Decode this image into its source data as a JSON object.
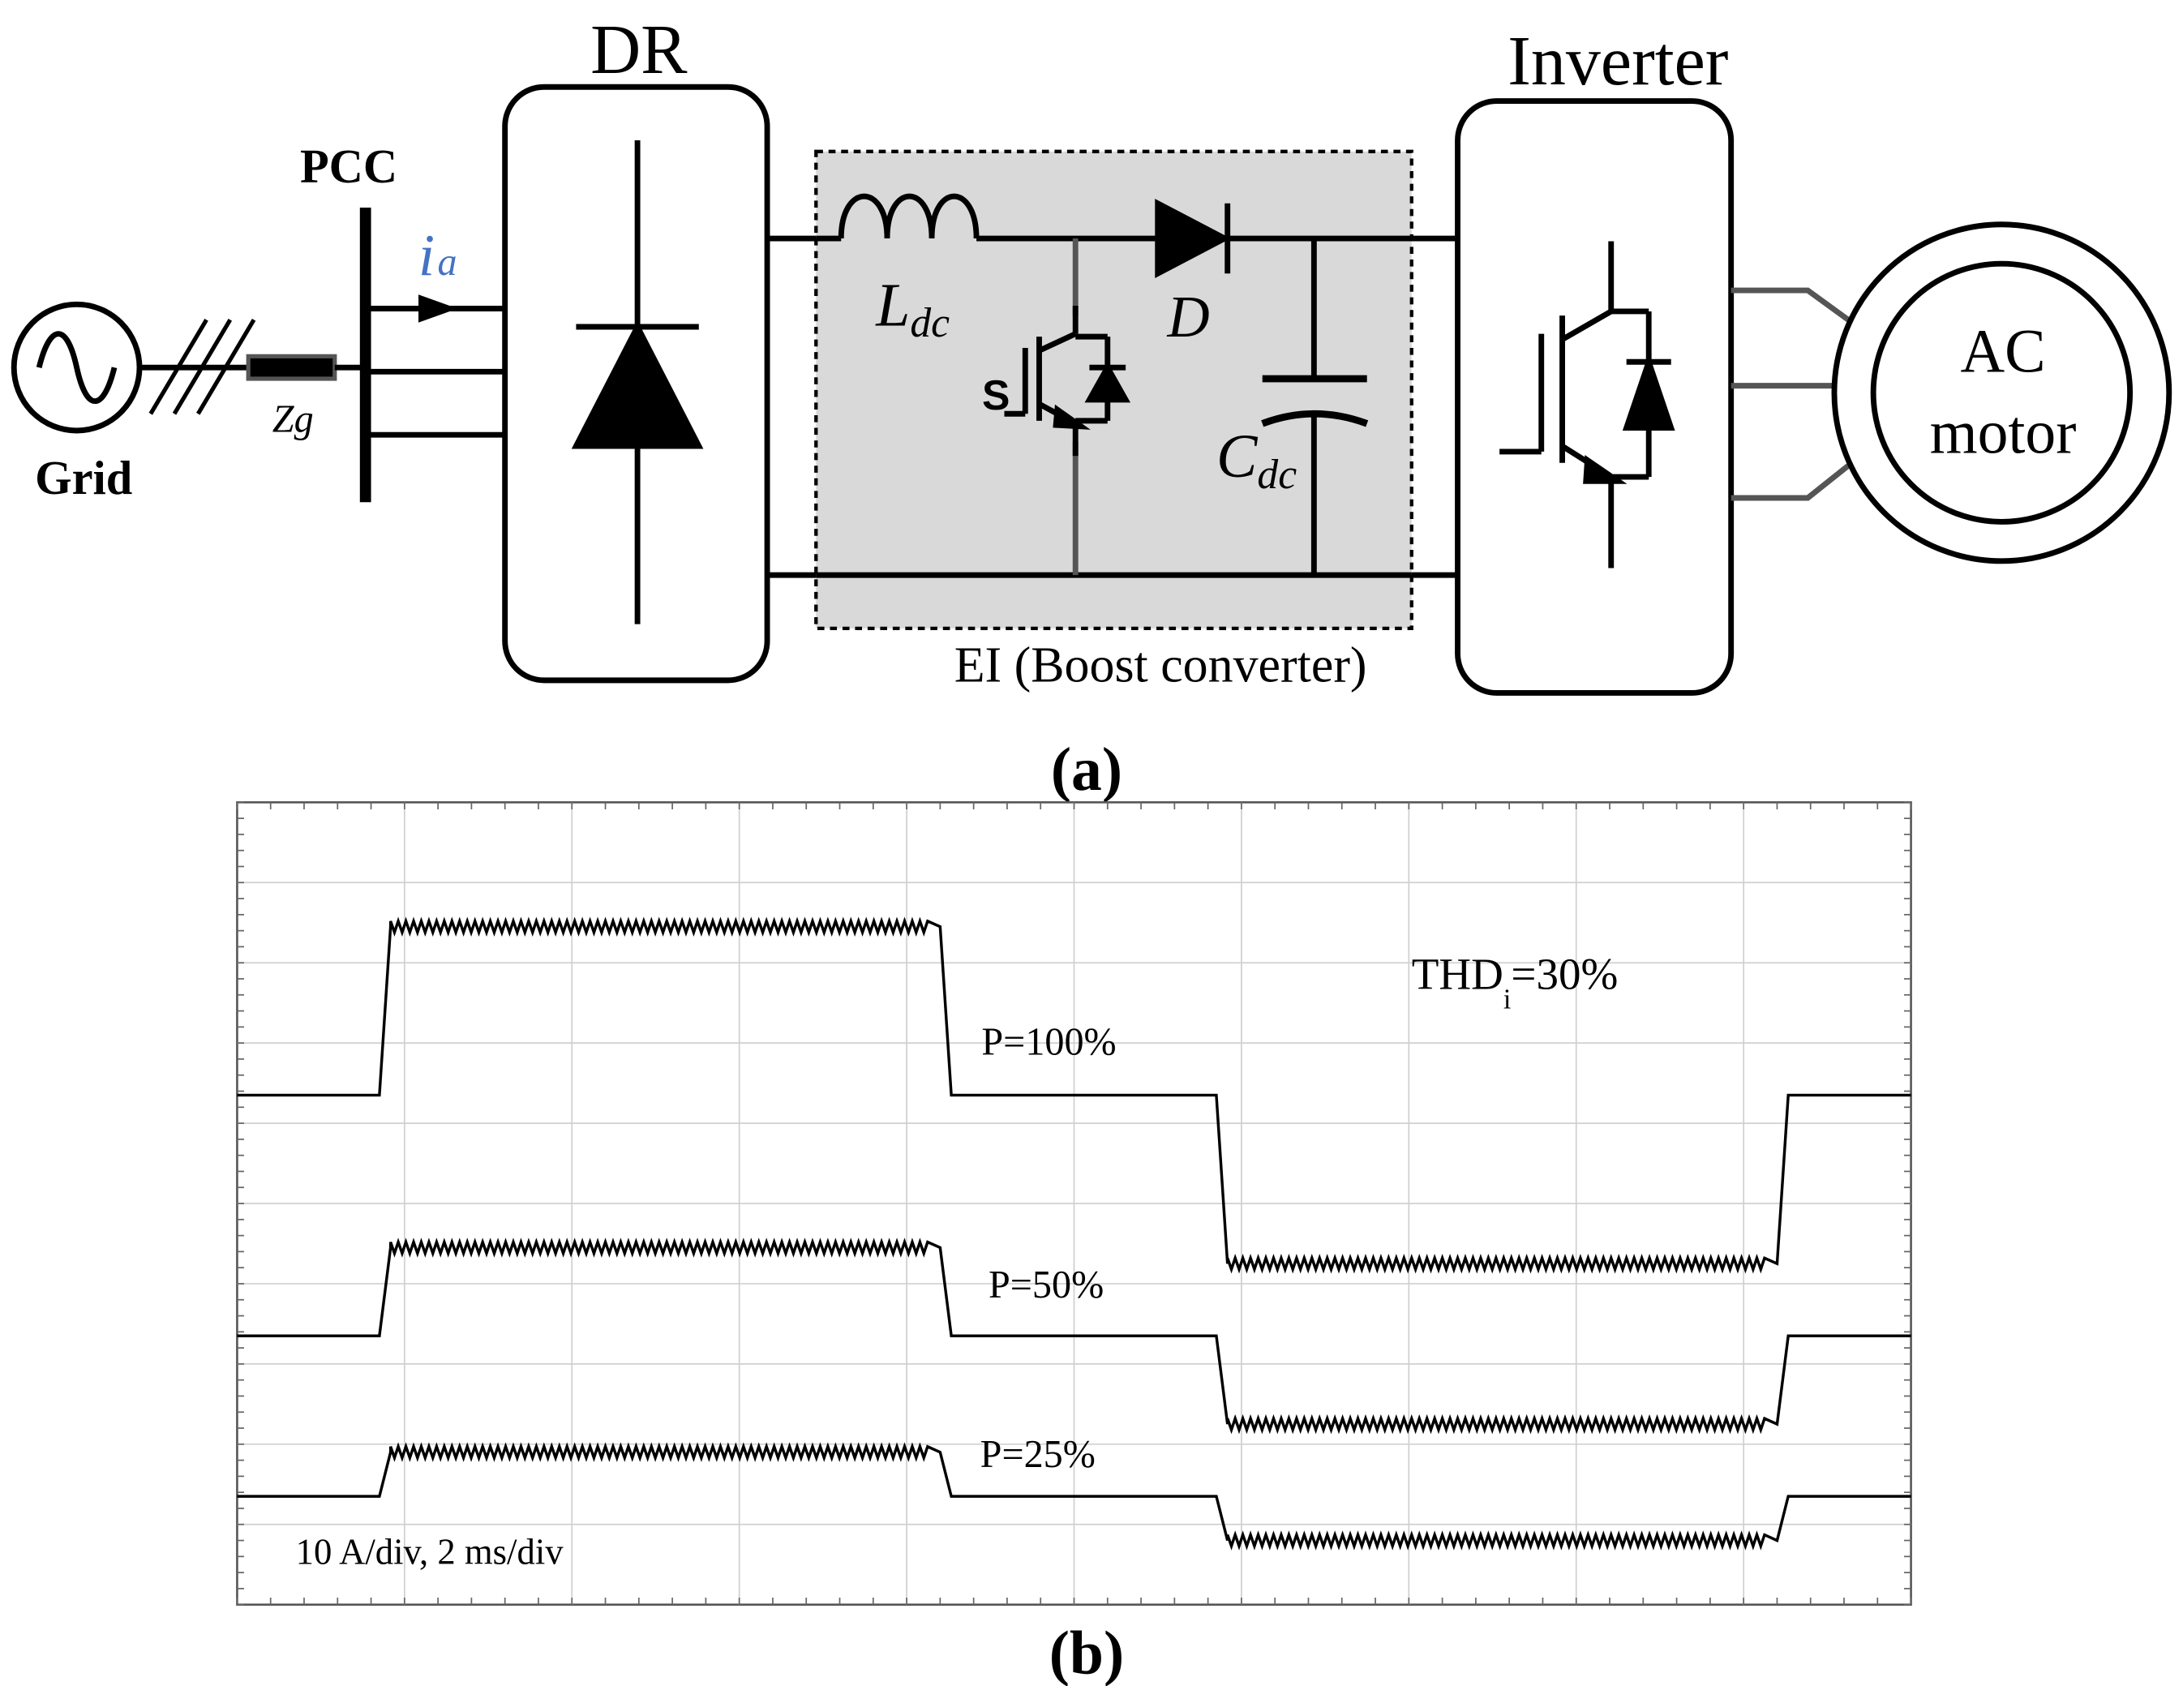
{
  "panel_a": {
    "caption": "(a)",
    "labels": {
      "pcc": "PCC",
      "grid": "Grid",
      "zg": "Zg",
      "current_symbol": "i",
      "current_subscript": "a",
      "dr": "DR",
      "inverter": "Inverter",
      "inductor_symbol": "L",
      "inductor_subscript": "dc",
      "diode": "D",
      "switch": "S",
      "capacitor_symbol": "C",
      "capacitor_subscript": "dc",
      "ei_box": "EI (Boost converter)",
      "motor_line1": "AC",
      "motor_line2": "motor"
    },
    "colors": {
      "line": "#000000",
      "ei_fill": "#d9d9d9",
      "current_label": "#4472c4"
    }
  },
  "panel_b": {
    "caption": "(b)",
    "annotation_thd_main": "THD",
    "annotation_thd_sub": "i",
    "annotation_thd_value": "=30%",
    "scale_text": "10 A/div, 2 ms/div",
    "chart_data": {
      "type": "line",
      "grid": true,
      "x_divisions": 10,
      "y_divisions": 10,
      "units": {
        "y_per_div": "10 A",
        "x_per_div": "2 ms"
      },
      "series": [
        {
          "name": "P=100%",
          "level_offset_div": 3.65,
          "amplitude_div": 2.1,
          "rise_div": 0.85,
          "fall_div": 4.2,
          "neg_start_div": 5.85,
          "neg_end_div": 9.2
        },
        {
          "name": "P=50%",
          "level_offset_div": 6.65,
          "amplitude_div": 1.1,
          "rise_div": 0.85,
          "fall_div": 4.2,
          "neg_start_div": 5.85,
          "neg_end_div": 9.2
        },
        {
          "name": "P=25%",
          "level_offset_div": 8.65,
          "amplitude_div": 0.55,
          "rise_div": 0.85,
          "fall_div": 4.2,
          "neg_start_div": 5.85,
          "neg_end_div": 9.2
        }
      ]
    }
  }
}
